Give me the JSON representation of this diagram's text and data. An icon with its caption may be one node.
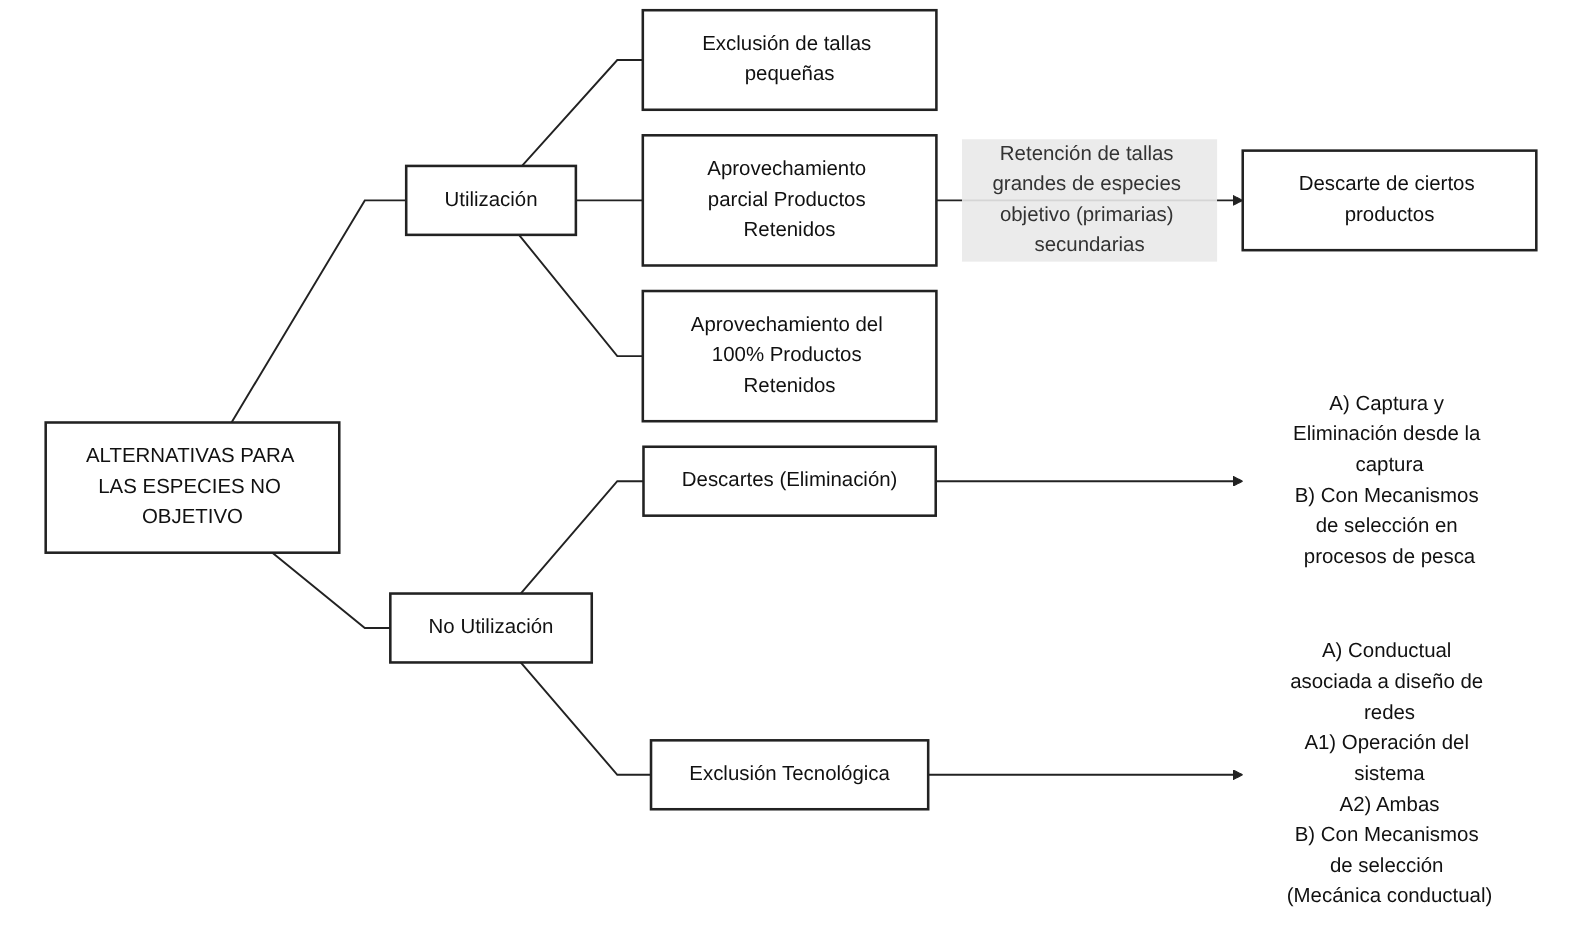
{
  "diagram": {
    "nodes": [
      {
        "text": [
          "ALTERNATIVAS PARA LAS ESPECIES NO OBJETIVO"
        ]
      },
      {
        "text": [
          "Utilización"
        ]
      },
      {
        "text": [
          "No Utilización"
        ]
      },
      {
        "text": [
          "Exclusión de tallas pequeñas"
        ]
      },
      {
        "text": [
          "Aprovechamiento parcial Productos Retenidos"
        ]
      },
      {
        "text": [
          "Aprovechamiento del 100% Productos Retenidos"
        ]
      },
      {
        "text": [
          "Descarte de ciertos productos"
        ]
      },
      {
        "text": [
          "Descartes (Eliminación)"
        ]
      },
      {
        "text": [
          "Exclusión Tecnológica"
        ]
      },
      {
        "text": [
          "A) Captura y Eliminación desde la captura",
          "B) Con Mecanismos de selección en procesos de pesca"
        ]
      },
      {
        "text": [
          "A) Conductual asociada a diseño de redes",
          "A1) Operación del sistema",
          "A2) Ambas",
          "B) Con Mecanismos de selección (Mecánica conductual)"
        ]
      }
    ],
    "edges": [
      {
        "from": 0,
        "to": 1,
        "arrow": "none"
      },
      {
        "from": 0,
        "to": 2,
        "arrow": "none"
      },
      {
        "from": 1,
        "to": 3,
        "arrow": "none"
      },
      {
        "from": 1,
        "to": 4,
        "arrow": "none"
      },
      {
        "from": 1,
        "to": 5,
        "arrow": "none"
      },
      {
        "from": 4,
        "to": 6,
        "arrow": "to",
        "label": "Retención de tallas grandes de especies objetivo (primarias) secundarias"
      },
      {
        "from": 2,
        "to": 7,
        "arrow": "none"
      },
      {
        "from": 2,
        "to": 8,
        "arrow": "none"
      },
      {
        "from": 7,
        "to": 9,
        "arrow": "to"
      },
      {
        "from": 8,
        "to": 10,
        "arrow": "to"
      }
    ]
  }
}
